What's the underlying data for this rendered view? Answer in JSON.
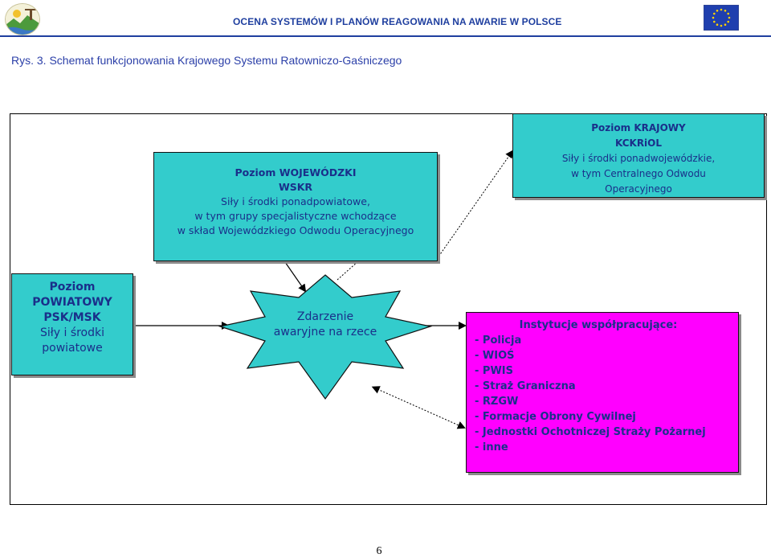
{
  "header": {
    "title": "OCENA SYSTEMÓW I PLANÓW REAGOWANIA NA AWARIE W POLSCE",
    "left_logo_icon": "landscape-logo-icon",
    "right_logo_icon": "eu-flag-icon",
    "colors": {
      "title": "#1f3f9f",
      "rule": "#1f3f9f"
    }
  },
  "caption": "Rys. 3. Schemat funkcjonowania Krajowego Systemu Ratowniczo-Gaśniczego",
  "diagram": {
    "colors": {
      "level_box": "#33cccc",
      "institutions_box": "#ff00ff",
      "text": "#1a2f8a"
    },
    "wojewodzki": {
      "title": "Poziom WOJEWÓDZKI",
      "subtitle": "WSKR",
      "lines": [
        "Siły i środki ponadpowiatowe,",
        "w tym grupy specjalistyczne wchodzące",
        "w skład Wojewódzkiego Odwodu Operacyjnego"
      ]
    },
    "krajowy": {
      "title": "Poziom KRAJOWY",
      "subtitle": "KCKRiOL",
      "lines": [
        "Siły i środki ponadwojewódzkie,",
        "w tym Centralnego Odwodu",
        "Operacyjnego"
      ]
    },
    "powiatowy": {
      "title_lines": [
        "Poziom",
        "POWIATOWY",
        "PSK/MSK"
      ],
      "lines": [
        "Siły i środki",
        "powiatowe"
      ]
    },
    "event": {
      "lines": [
        "Zdarzenie",
        "awaryjne na rzece"
      ]
    },
    "institutions": {
      "title": "Instytucje współpracujące:",
      "items": [
        "- Policja",
        "- WIOŚ",
        "- PWIS",
        "- Straż Graniczna",
        "- RZGW",
        "- Formacje Obrony Cywilnej",
        "- Jednostki Ochotniczej Straży Pożarnej",
        "- inne"
      ]
    }
  },
  "page_number": "6"
}
